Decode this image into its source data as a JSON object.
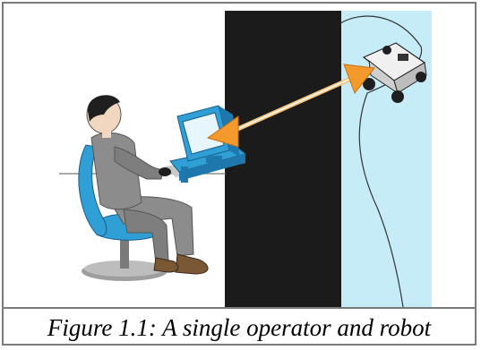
{
  "figure": {
    "caption": "Figure 1.1: A single operator and robot",
    "colors": {
      "wall": "#1b1b1b",
      "remote_area": "#c6ecf8",
      "arrow": "#f49a2c",
      "chair": "#2f9fd6",
      "monitor": "#2f9fd6",
      "suit": "#8c8c8c",
      "border": "#7a7a7a"
    },
    "icons": [
      "operator-figure",
      "chair-icon",
      "monitor-icon",
      "robot-icon",
      "communication-arrow"
    ]
  }
}
